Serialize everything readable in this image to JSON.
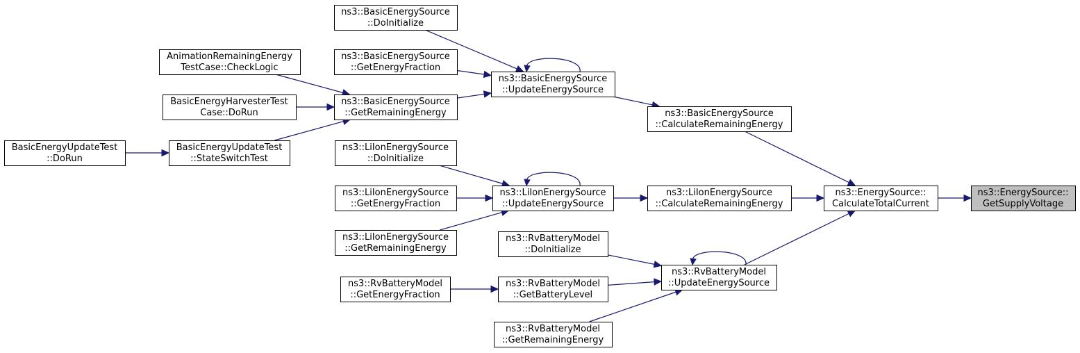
{
  "colors": {
    "edge": "#191970",
    "focus_fill": "#bfbfbf",
    "node_fill": "#ffffff",
    "border": "#000000"
  },
  "nodes": [
    {
      "id": "get-supply-voltage",
      "lines": [
        "ns3::EnergySource::",
        "GetSupplyVoltage"
      ],
      "focus": true
    },
    {
      "id": "calculate-total-current",
      "lines": [
        "ns3::EnergySource::",
        "CalculateTotalCurrent"
      ]
    },
    {
      "id": "basic-calculate-remaining-energy",
      "lines": [
        "ns3::BasicEnergySource",
        "::CalculateRemainingEnergy"
      ]
    },
    {
      "id": "liion-calculate-remaining-energy",
      "lines": [
        "ns3::LiIonEnergySource",
        "::CalculateRemainingEnergy"
      ]
    },
    {
      "id": "rv-update-energy-source",
      "lines": [
        "ns3::RvBatteryModel",
        "::UpdateEnergySource"
      ]
    },
    {
      "id": "basic-update-energy-source",
      "lines": [
        "ns3::BasicEnergySource",
        "::UpdateEnergySource"
      ]
    },
    {
      "id": "liion-update-energy-source",
      "lines": [
        "ns3::LiIonEnergySource",
        "::UpdateEnergySource"
      ]
    },
    {
      "id": "basic-do-initialize",
      "lines": [
        "ns3::BasicEnergySource",
        "::DoInitialize"
      ]
    },
    {
      "id": "basic-get-energy-fraction",
      "lines": [
        "ns3::BasicEnergySource",
        "::GetEnergyFraction"
      ]
    },
    {
      "id": "basic-get-remaining-energy",
      "lines": [
        "ns3::BasicEnergySource",
        "::GetRemainingEnergy"
      ]
    },
    {
      "id": "animation-check-logic",
      "lines": [
        "AnimationRemainingEnergy",
        "TestCase::CheckLogic"
      ]
    },
    {
      "id": "harvester-do-run",
      "lines": [
        "BasicEnergyHarvesterTest",
        "Case::DoRun"
      ]
    },
    {
      "id": "update-test-state-switch",
      "lines": [
        "BasicEnergyUpdateTest",
        "::StateSwitchTest"
      ]
    },
    {
      "id": "update-test-do-run",
      "lines": [
        "BasicEnergyUpdateTest",
        "::DoRun"
      ]
    },
    {
      "id": "liion-do-initialize",
      "lines": [
        "ns3::LiIonEnergySource",
        "::DoInitialize"
      ]
    },
    {
      "id": "liion-get-energy-fraction",
      "lines": [
        "ns3::LiIonEnergySource",
        "::GetEnergyFraction"
      ]
    },
    {
      "id": "liion-get-remaining-energy",
      "lines": [
        "ns3::LiIonEnergySource",
        "::GetRemainingEnergy"
      ]
    },
    {
      "id": "rv-do-initialize",
      "lines": [
        "ns3::RvBatteryModel",
        "::DoInitialize"
      ]
    },
    {
      "id": "rv-get-battery-level",
      "lines": [
        "ns3::RvBatteryModel",
        "::GetBatteryLevel"
      ]
    },
    {
      "id": "rv-get-energy-fraction",
      "lines": [
        "ns3::RvBatteryModel",
        "::GetEnergyFraction"
      ]
    },
    {
      "id": "rv-get-remaining-energy",
      "lines": [
        "ns3::RvBatteryModel",
        "::GetRemainingEnergy"
      ]
    }
  ],
  "edges": [
    {
      "from": "calculate-total-current",
      "to": "get-supply-voltage"
    },
    {
      "from": "basic-calculate-remaining-energy",
      "to": "calculate-total-current"
    },
    {
      "from": "liion-calculate-remaining-energy",
      "to": "calculate-total-current"
    },
    {
      "from": "rv-update-energy-source",
      "to": "calculate-total-current"
    },
    {
      "from": "basic-update-energy-source",
      "to": "basic-calculate-remaining-energy"
    },
    {
      "from": "liion-update-energy-source",
      "to": "liion-calculate-remaining-energy"
    },
    {
      "from": "basic-update-energy-source",
      "to": "basic-update-energy-source"
    },
    {
      "from": "liion-update-energy-source",
      "to": "liion-update-energy-source"
    },
    {
      "from": "rv-update-energy-source",
      "to": "rv-update-energy-source"
    },
    {
      "from": "basic-do-initialize",
      "to": "basic-update-energy-source"
    },
    {
      "from": "basic-get-energy-fraction",
      "to": "basic-update-energy-source"
    },
    {
      "from": "basic-get-remaining-energy",
      "to": "basic-update-energy-source"
    },
    {
      "from": "animation-check-logic",
      "to": "basic-get-remaining-energy"
    },
    {
      "from": "harvester-do-run",
      "to": "basic-get-remaining-energy"
    },
    {
      "from": "update-test-state-switch",
      "to": "basic-get-remaining-energy"
    },
    {
      "from": "update-test-do-run",
      "to": "update-test-state-switch"
    },
    {
      "from": "liion-do-initialize",
      "to": "liion-update-energy-source"
    },
    {
      "from": "liion-get-energy-fraction",
      "to": "liion-update-energy-source"
    },
    {
      "from": "liion-get-remaining-energy",
      "to": "liion-update-energy-source"
    },
    {
      "from": "rv-do-initialize",
      "to": "rv-update-energy-source"
    },
    {
      "from": "rv-get-battery-level",
      "to": "rv-update-energy-source"
    },
    {
      "from": "rv-get-energy-fraction",
      "to": "rv-get-battery-level"
    },
    {
      "from": "rv-get-remaining-energy",
      "to": "rv-update-energy-source"
    }
  ]
}
